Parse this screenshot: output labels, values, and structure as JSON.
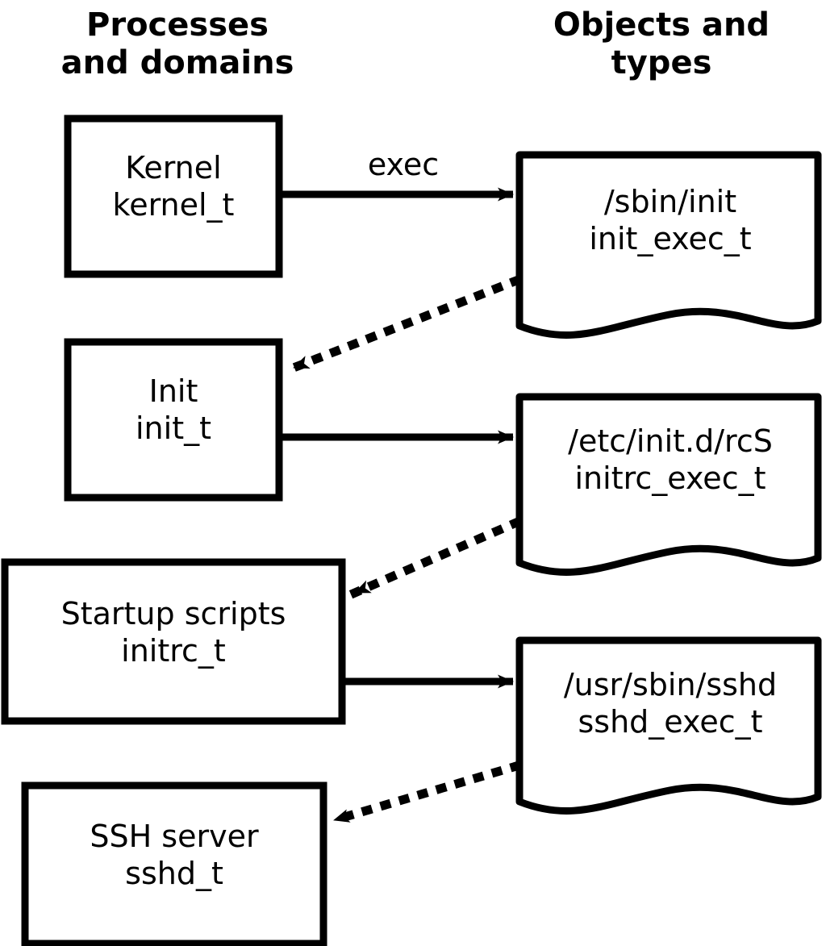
{
  "diagram": {
    "title_left": "Processes\nand domains",
    "title_right": "Objects and\ntypes",
    "accent_color": "#000000",
    "background_color": "#ffffff"
  },
  "process_nodes": [
    {
      "id": "kernel",
      "name": "Kernel",
      "type": "kernel_t",
      "label": "Kernel\nkernel_t"
    },
    {
      "id": "init",
      "name": "Init",
      "type": "init_t",
      "label": "Init\ninit_t"
    },
    {
      "id": "initrc",
      "name": "Startup scripts",
      "type": "initrc_t",
      "label": "Startup scripts\ninitrc_t"
    },
    {
      "id": "sshd",
      "name": "SSH server",
      "type": "sshd_t",
      "label": "SSH server\nsshd_t"
    }
  ],
  "object_nodes": [
    {
      "id": "init_exec",
      "path": "/sbin/init",
      "type": "init_exec_t",
      "label": "/sbin/init\ninit_exec_t"
    },
    {
      "id": "initrc_exec",
      "path": "/etc/init.d/rcS",
      "type": "initrc_exec_t",
      "label": "/etc/init.d/rcS\ninitrc_exec_t"
    },
    {
      "id": "sshd_exec",
      "path": "/usr/sbin/sshd",
      "type": "sshd_exec_t",
      "label": "/usr/sbin/sshd\nsshd_exec_t"
    }
  ],
  "edges": [
    {
      "id": "kernel-exec-init_exec",
      "from": "kernel",
      "to": "init_exec",
      "style": "solid",
      "label": "exec"
    },
    {
      "id": "init_exec-to-init",
      "from": "init_exec",
      "to": "init",
      "style": "dotted",
      "label": ""
    },
    {
      "id": "init-exec-initrc_exec",
      "from": "init",
      "to": "initrc_exec",
      "style": "solid",
      "label": ""
    },
    {
      "id": "initrc_exec-to-initrc",
      "from": "initrc_exec",
      "to": "initrc",
      "style": "dotted",
      "label": ""
    },
    {
      "id": "initrc-exec-sshd_exec",
      "from": "initrc",
      "to": "sshd_exec",
      "style": "solid",
      "label": ""
    },
    {
      "id": "sshd_exec-to-sshd",
      "from": "sshd_exec",
      "to": "sshd",
      "style": "dotted",
      "label": ""
    }
  ]
}
